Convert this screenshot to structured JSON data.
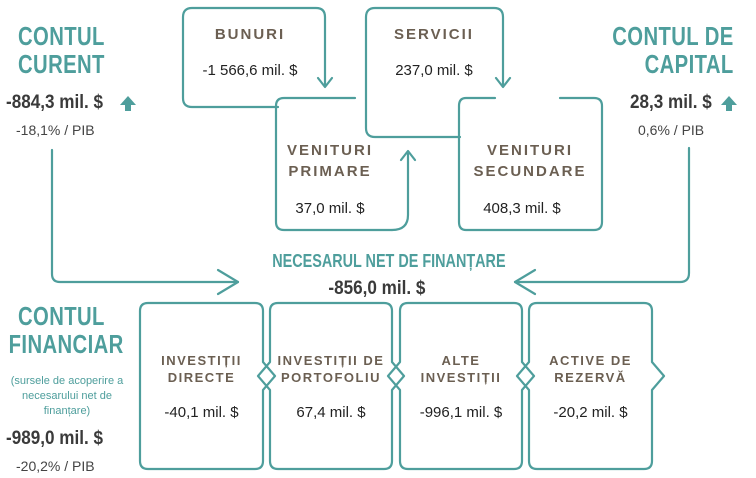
{
  "current_account": {
    "title_line1": "CONTUL",
    "title_line2": "CURENT",
    "value": "-884,3 mil. $",
    "share": "-18,1% / PIB"
  },
  "capital_account": {
    "title_line1": "CONTUL DE",
    "title_line2": "CAPITAL",
    "value": "28,3 mil. $",
    "share": "0,6% / PIB"
  },
  "goods": {
    "label": "BUNURI",
    "value": "-1 566,6 mil. $"
  },
  "services": {
    "label": "SERVICII",
    "value": "237,0 mil. $"
  },
  "primary_income": {
    "label_line1": "VENITURI",
    "label_line2": "PRIMARE",
    "value": "37,0 mil. $"
  },
  "secondary_income": {
    "label_line1": "VENITURI",
    "label_line2": "SECUNDARE",
    "value": "408,3 mil. $"
  },
  "net_financing": {
    "label": "NECESARUL NET DE FINANȚARE",
    "value": "-856,0 mil. $"
  },
  "financial_account": {
    "title_line1": "CONTUL",
    "title_line2": "FINANCIAR",
    "note_line1": "(sursele de acoperire a",
    "note_line2": "necesarului net de",
    "note_line3": "finanțare)",
    "value": "-989,0 mil. $",
    "share": "-20,2% / PIB"
  },
  "direct_investment": {
    "label_line1": "INVESTIȚII",
    "label_line2": "DIRECTE",
    "value": "-40,1 mil. $"
  },
  "portfolio_investment": {
    "label_line1": "INVESTIȚII DE",
    "label_line2": "PORTOFOLIU",
    "value": "67,4 mil. $"
  },
  "other_investment": {
    "label_line1": "ALTE",
    "label_line2": "INVESTIȚII",
    "value": "-996,1 mil. $"
  },
  "reserve_assets": {
    "label_line1": "ACTIVE DE",
    "label_line2": "REZERVĂ",
    "value": "-20,2 mil. $"
  },
  "colors": {
    "teal": "#4e9e9c",
    "label_brown": "#6b5f52",
    "text_dark": "#222222"
  },
  "icons": {
    "increase": "up-arrow-icon"
  }
}
